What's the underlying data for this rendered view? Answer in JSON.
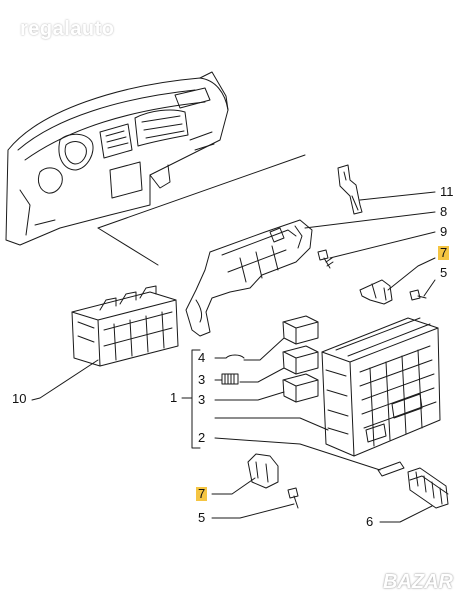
{
  "watermark": "regalauto",
  "brand_stamp": "BAZAR",
  "highlight_color": "#f5c542",
  "callouts": {
    "c11": "11",
    "c8": "8",
    "c9": "9",
    "c7a": "7",
    "c5a": "5",
    "c10": "10",
    "c4": "4",
    "c3a": "3",
    "c3b": "3",
    "c1": "1",
    "c2": "2",
    "c7b": "7",
    "c5b": "5",
    "c6": "6"
  }
}
